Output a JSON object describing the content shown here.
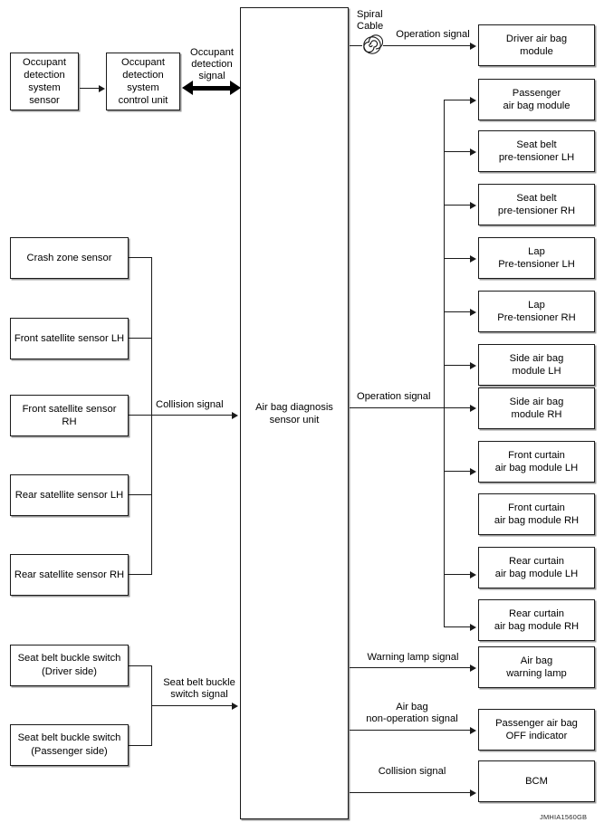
{
  "figure": {
    "id_code": "JMHIA1560GB"
  },
  "center_unit": {
    "label": "Air bag diagnosis\nsensor unit"
  },
  "occupant_chain": {
    "sensor": "Occupant\ndetection\nsystem\nsensor",
    "control_unit": "Occupant\ndetection\nsystem\ncontrol unit",
    "signal_label": "Occupant\ndetection\nsignal"
  },
  "spiral_cable": {
    "label": "Spiral\nCable",
    "icon": "spiral-cable-icon"
  },
  "signals": {
    "operation_top": "Operation signal",
    "operation_mid": "Operation signal",
    "collision_left": "Collision signal",
    "buckle_switch": "Seat belt buckle\nswitch signal",
    "warning_lamp": "Warning lamp signal",
    "non_operation": "Air bag\nnon-operation signal",
    "collision_right": "Collision signal"
  },
  "left_inputs": {
    "crash_sensors": [
      {
        "label": "Crash zone sensor"
      },
      {
        "label": "Front satellite sensor LH"
      },
      {
        "label": "Front satellite sensor RH"
      },
      {
        "label": "Rear satellite sensor LH"
      },
      {
        "label": "Rear satellite sensor RH"
      }
    ],
    "buckle_switches": [
      {
        "label": "Seat belt buckle switch\n(Driver side)"
      },
      {
        "label": "Seat belt buckle switch\n(Passenger side)"
      }
    ]
  },
  "right_outputs": {
    "driver_module": {
      "label": "Driver air bag\nmodule"
    },
    "operation_group": [
      {
        "label": "Passenger\nair bag module"
      },
      {
        "label": "Seat belt\npre-tensioner LH"
      },
      {
        "label": "Seat belt\npre-tensioner RH"
      },
      {
        "label": "Lap\nPre-tensioner LH"
      },
      {
        "label": "Lap\nPre-tensioner RH"
      },
      {
        "label": "Side air bag\nmodule LH"
      },
      {
        "label": "Side air bag\nmodule RH"
      },
      {
        "label": "Front curtain\nair bag module LH"
      },
      {
        "label": "Front curtain\nair bag module RH"
      },
      {
        "label": "Rear curtain\nair bag module LH"
      },
      {
        "label": "Rear curtain\nair bag module RH"
      }
    ],
    "indicators": [
      {
        "label": "Air bag\nwarning lamp"
      },
      {
        "label": "Passenger air bag\nOFF indicator"
      },
      {
        "label": "BCM"
      }
    ]
  },
  "colors": {
    "line": "#1a1a1a",
    "box_border": "#1a1a1a",
    "shadow": "#9a9a9a",
    "background": "#ffffff"
  }
}
